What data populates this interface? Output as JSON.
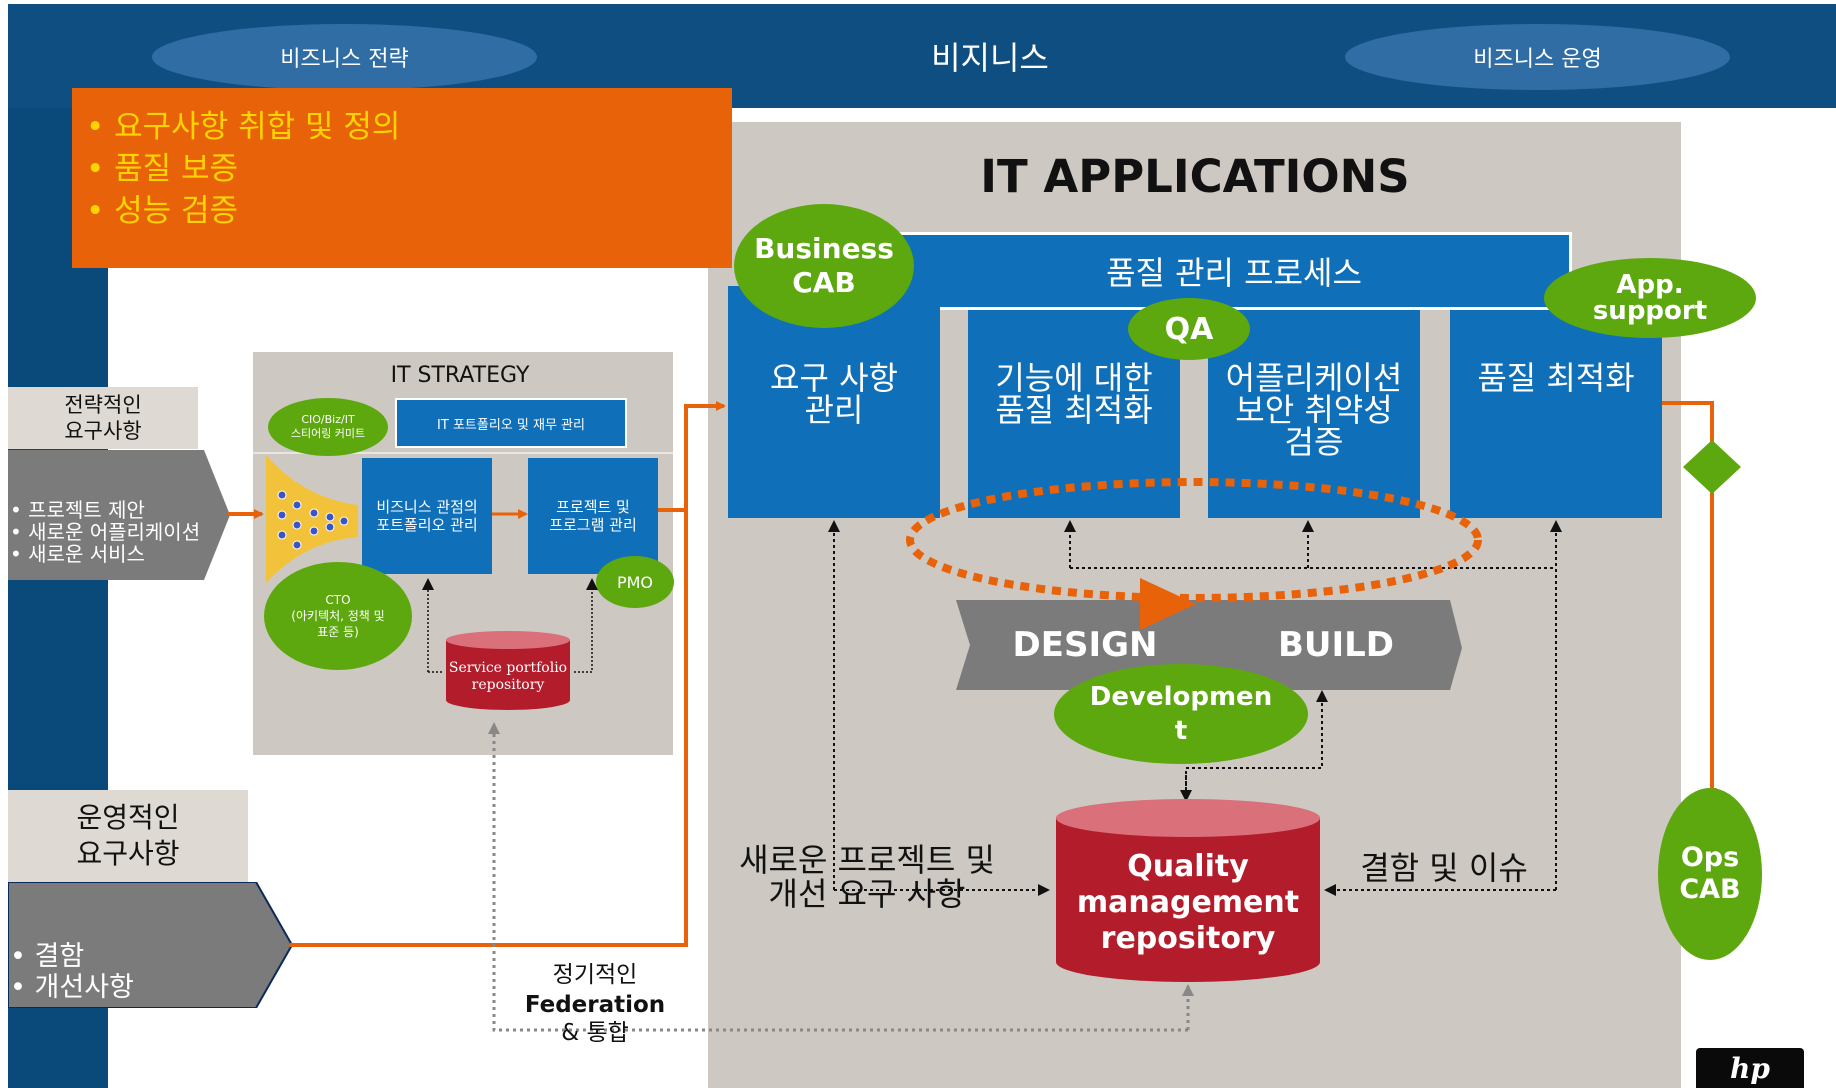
{
  "colors": {
    "navy": "#0a4a7a",
    "header_blue": "#0f4e80",
    "box_blue": "#0f6fb8",
    "gray_panel": "#cdc9c2",
    "dark_gray": "#7b7b7b",
    "orange": "#e8620a",
    "green": "#5ea80f",
    "red": "#b31c2a",
    "yellow_text": "#ffd400"
  },
  "header": {
    "left_oval": "비즈니스 전략",
    "center": "비지니스",
    "right_oval": "비즈니스 운영"
  },
  "orange_box": {
    "bullets": [
      "• 요구사항 취합 및 정의",
      "• 품질 보증",
      "• 성능 검증"
    ]
  },
  "left": {
    "strategic_label": "전략적인\n요구사항",
    "strategic_items": "• 프로젝트 제안\n• 새로운 어플리케이션\n• 새로운 서비스",
    "operational_label": "운영적인\n요구사항",
    "operational_items": "• 결함\n• 개선사항"
  },
  "it_strategy": {
    "title": "IT STRATEGY",
    "portfolio_finance": "IT 포트폴리오 및 재무 관리",
    "cio_oval": "CIO/Biz/IT\n스티어링 커미트",
    "business_portfolio": "비즈니스 관점의\n포트폴리오 관리",
    "project_program": "프로젝트 및\n프로그램 관리",
    "pmo": "PMO",
    "cto_oval": "CTO\n(아키텍처, 정책 및\n표준 등)",
    "service_repo": "Service portfolio\nrepository"
  },
  "it_apps": {
    "title": "IT APPLICATIONS",
    "business_cab": "Business\nCAB",
    "quality_process": "품질 관리 프로세스",
    "app_support": "App.\nsupport",
    "qa": "QA",
    "boxes": [
      "요구 사항\n관리",
      "기능에 대한\n품질 최적화",
      "어플리케이션\n보안 취약성\n검증",
      "품질 최적화"
    ],
    "design": "DESIGN",
    "build": "BUILD",
    "development": "Developmen\nt",
    "new_project": "새로운 프로젝트 및\n개선 요구 사항",
    "defects": "결함 및 이슈",
    "quality_repo": "Quality\nmanagement\nrepository",
    "federation_line1": "정기적인",
    "federation_line2": "Federation",
    "federation_line3": "& 통합"
  },
  "ops_cab": "Ops\nCAB",
  "logo": "hp"
}
